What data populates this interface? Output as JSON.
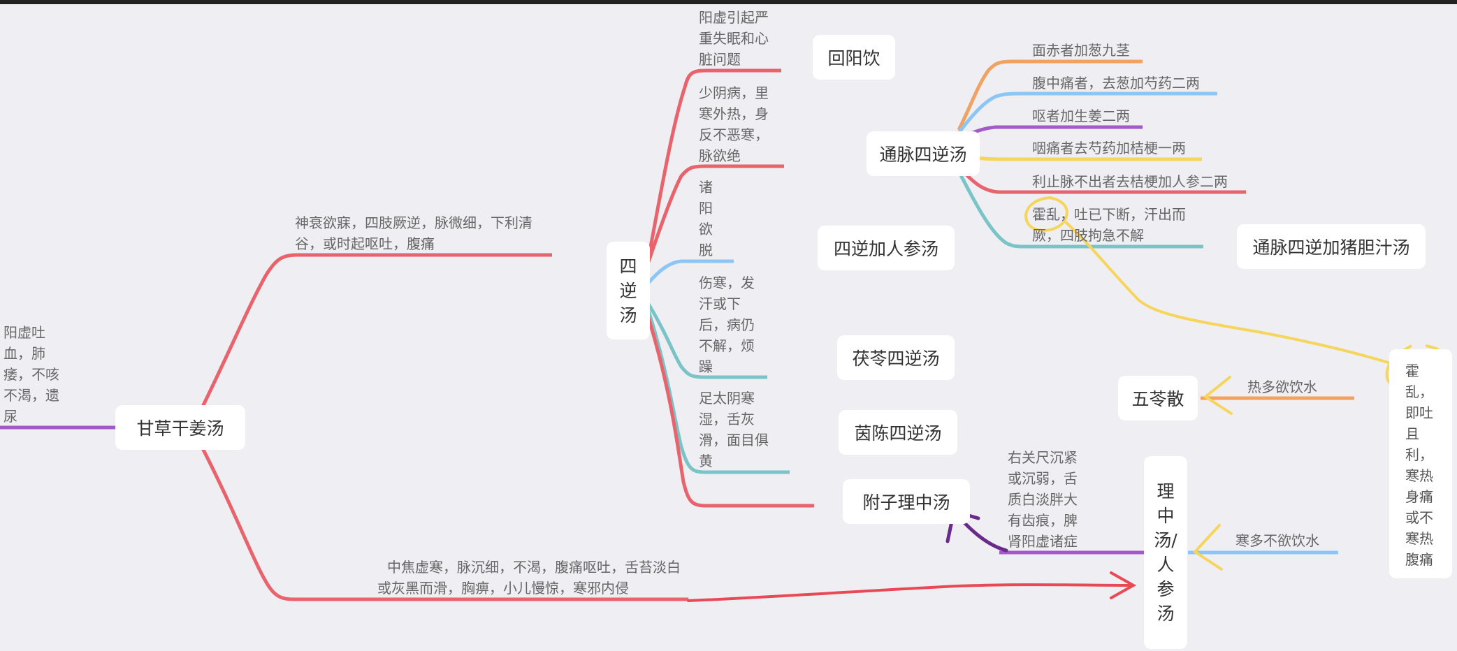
{
  "nodes": {
    "gancao": "甘草干姜汤",
    "sini": "四逆汤",
    "huiyang": "回阳饮",
    "tongmai": "通脉四逆汤",
    "sini_renshen": "四逆加人参汤",
    "tongmai_zhudan": "通脉四逆加猪胆汁汤",
    "fuling_sini": "茯苓四逆汤",
    "yinchen_sini": "茵陈四逆汤",
    "fuzi_lizhong": "附子理中汤",
    "wuling": "五苓散",
    "lizhong": "理中汤/人参汤"
  },
  "labels": {
    "gancao_left": "阳虚吐血，肺痿，不咳不渴，遗尿",
    "sini_indication": "神衰欲寐，四肢厥逆，脉微细，下利清谷，或时起呕吐，腹痛",
    "lizhong_indication": "中焦虚寒，脉沉细，不渴，腹痛呕吐，舌苔淡白或灰黑而滑，胸痹，小儿慢惊，寒邪内侵",
    "huiyang_note": "阳虚引起严重失眠和心脏问题",
    "tongmai_note": "少阴病，里寒外热，身反不恶寒，脉欲绝",
    "renshen_note": "诸阳欲脱",
    "fuling_note": "伤寒，发汗或下后，病仍不解，烦躁",
    "yinchen_note": "足太阴寒湿，舌灰滑，面目俱黄",
    "fuzi_note": "右关尺沉紧或沉弱，舌质白淡胖大有齿痕，脾肾阳虚诸症",
    "wuling_note": "热多欲饮水",
    "lizhong_note": "寒多不欲饮水",
    "huoluan_note": "霍乱，即吐且利，寒热身痛或不寒热腹痛",
    "tongmai_sub": [
      "面赤者加葱九茎",
      "腹中痛者，去葱加芍药二两",
      "呕者加生姜二两",
      "咽痛者去芍药加桔梗一两",
      "利止脉不出者去桔梗加人参二两",
      "霍乱，吐已下断，汗出而厥，四肢拘急不解"
    ]
  },
  "colors": {
    "red": "#e8636c",
    "purple": "#a259c9",
    "blue": "#8cc6f5",
    "teal": "#7ac4c8",
    "orange": "#f0a263",
    "yellow": "#f6d55c",
    "ink_purple": "#6a2a8a",
    "ink_red": "#e84a55"
  }
}
